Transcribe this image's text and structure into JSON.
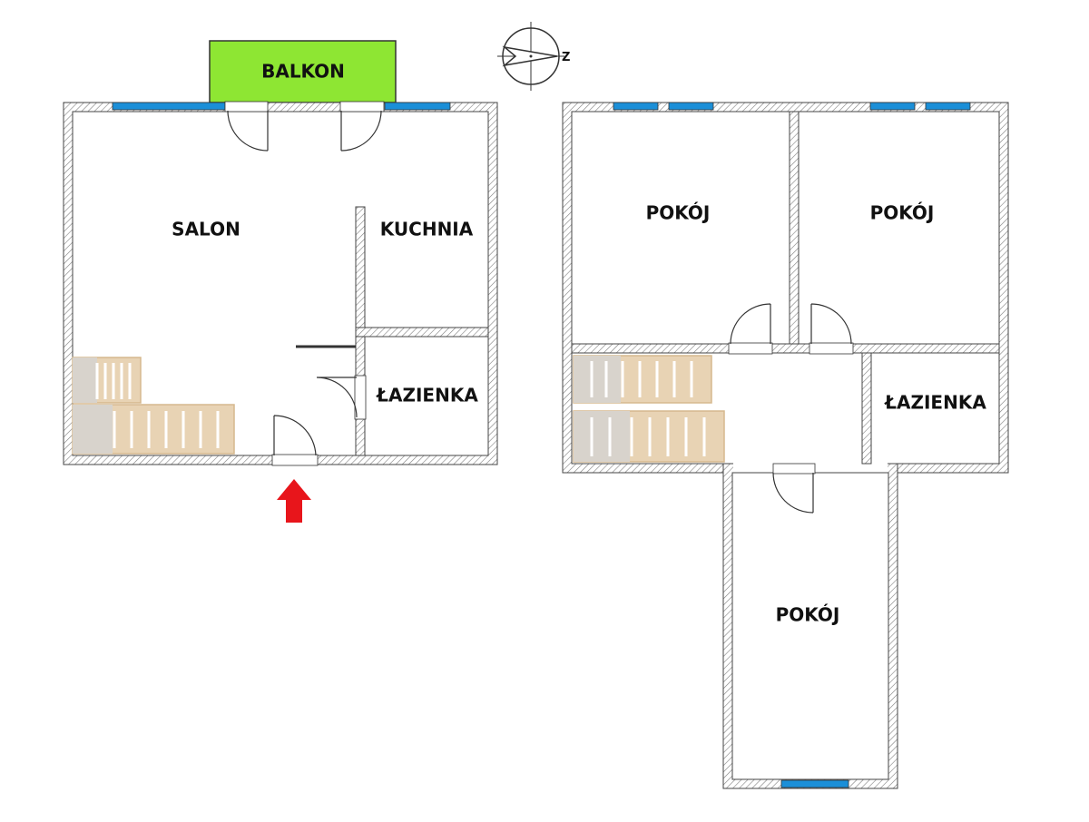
{
  "rooms": {
    "balcony": "BALKON",
    "living_room": "SALON",
    "kitchen": "KUCHNIA",
    "bathroom_lower": "ŁAZIENKA",
    "bedroom_1": "POKÓJ",
    "bedroom_2": "POKÓJ",
    "bathroom_upper": "ŁAZIENKA",
    "bedroom_3": "POKÓJ"
  },
  "compass": {
    "direction_label": "Z"
  },
  "colors": {
    "balcony_fill": "#8EE633",
    "window": "#1B8FD8",
    "entrance_arrow": "#E8151B",
    "stairs_fill": "#E8D3B4",
    "stairs_line": "#D6B88E",
    "wall_hatch": "#777777"
  },
  "entrance": {
    "marker": "arrow-up"
  }
}
